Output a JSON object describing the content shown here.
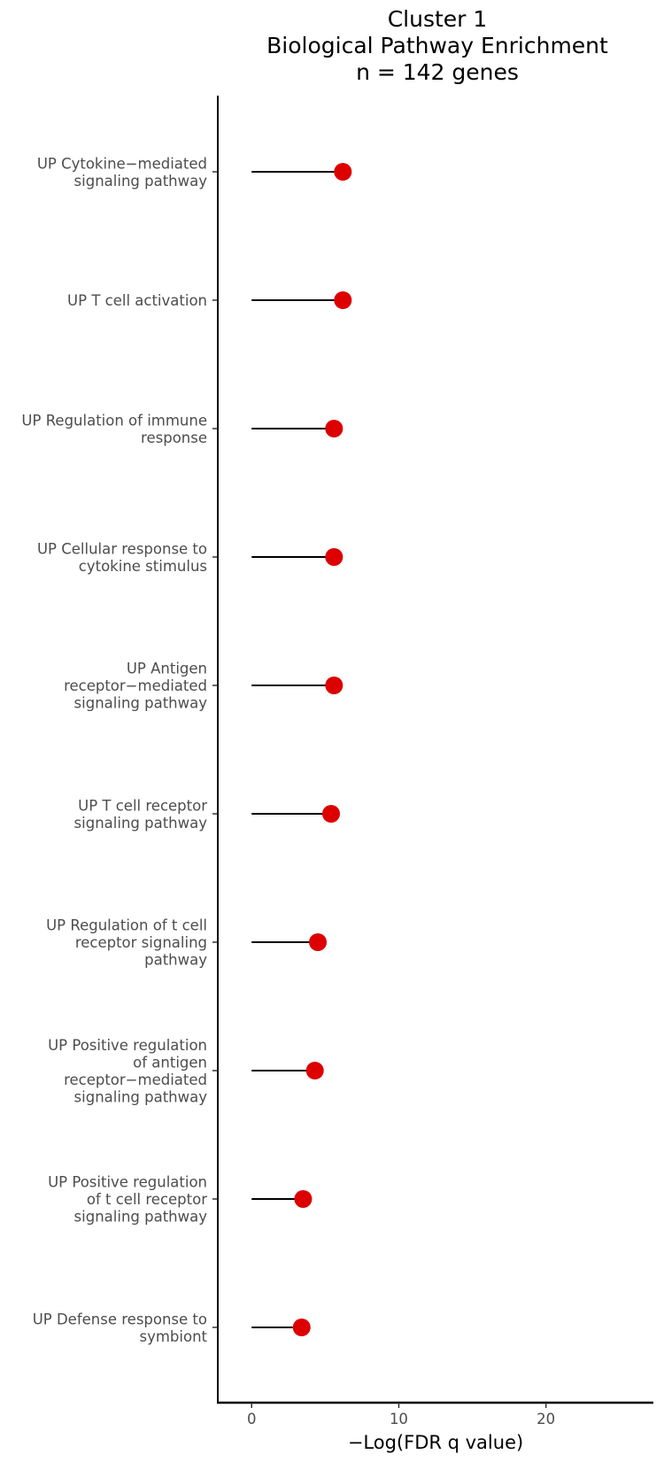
{
  "chart_data": {
    "type": "lollipop",
    "title": [
      "Cluster 1",
      "Biological Pathway Enrichment",
      "n = 142 genes"
    ],
    "xlabel": "−Log(FDR q value)",
    "ylabel": "",
    "xlim": [
      -2.3,
      27.3
    ],
    "xticks": [
      0,
      10,
      20
    ],
    "grid": false,
    "legend": "none",
    "point_color": "#dd0000",
    "line_color": "#000000",
    "categories": [
      [
        "UP Cytokine−mediated",
        "signaling pathway"
      ],
      [
        "UP T cell activation"
      ],
      [
        "UP Regulation of immune",
        "response"
      ],
      [
        "UP Cellular response to",
        "cytokine stimulus"
      ],
      [
        "UP Antigen",
        "receptor−mediated",
        "signaling pathway"
      ],
      [
        "UP T cell receptor",
        "signaling pathway"
      ],
      [
        "UP Regulation of t cell",
        "receptor signaling",
        "pathway"
      ],
      [
        "UP Positive regulation",
        "of antigen",
        "receptor−mediated",
        "signaling pathway"
      ],
      [
        "UP Positive regulation",
        "of t cell receptor",
        "signaling pathway"
      ],
      [
        "UP Defense response to",
        "symbiont"
      ]
    ],
    "values": [
      6.2,
      6.2,
      5.6,
      5.6,
      5.6,
      5.4,
      4.5,
      4.3,
      3.5,
      3.4
    ]
  }
}
